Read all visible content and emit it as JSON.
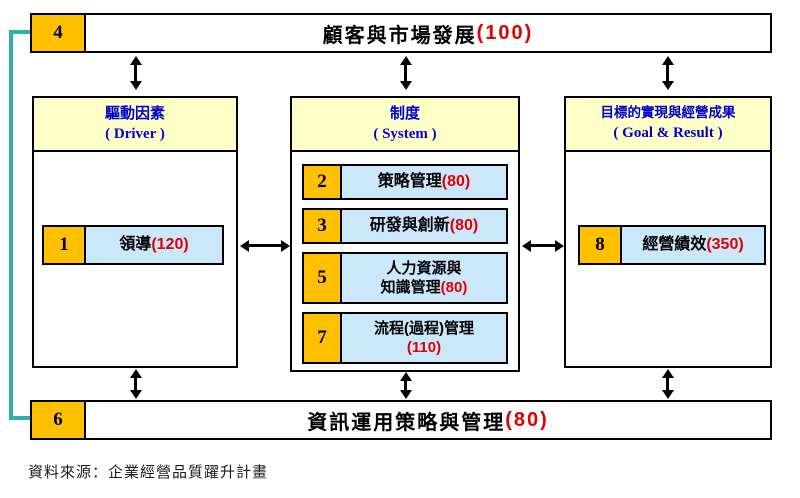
{
  "colors": {
    "orange": "#FFC000",
    "yellow": "#FFFFC8",
    "lightblue": "#CBE7FA",
    "blue_text": "#0000CC",
    "red_text": "#E00000",
    "teal": "#2FAEB2"
  },
  "top_bar": {
    "number": "4",
    "label": "顧客與市場發展",
    "score": "(100)"
  },
  "left_column": {
    "header_line1": "驅動因素",
    "header_line2": "( Driver )",
    "item": {
      "number": "1",
      "label": "領導",
      "score": "(120)"
    }
  },
  "middle_column": {
    "header_line1": "制度",
    "header_line2": "( System )",
    "items": [
      {
        "number": "2",
        "label": "策略管理",
        "score": "(80)"
      },
      {
        "number": "3",
        "label": "研發與創新",
        "score": "(80)"
      },
      {
        "number": "5",
        "line1": "人力資源與",
        "line2": "知識管理",
        "score": "(80)"
      },
      {
        "number": "7",
        "line1": "流程(過程)管理",
        "score": "(110)"
      }
    ]
  },
  "right_column": {
    "header_line1": "目標的實現與經營成果",
    "header_line2": "( Goal & Result )",
    "item": {
      "number": "8",
      "label": "經營績效",
      "score": "(350)"
    }
  },
  "bottom_bar": {
    "number": "6",
    "label": "資訊運用策略與管理",
    "score": "(80)"
  },
  "footer": {
    "source": "資料來源：企業經營品質躍升計畫"
  }
}
